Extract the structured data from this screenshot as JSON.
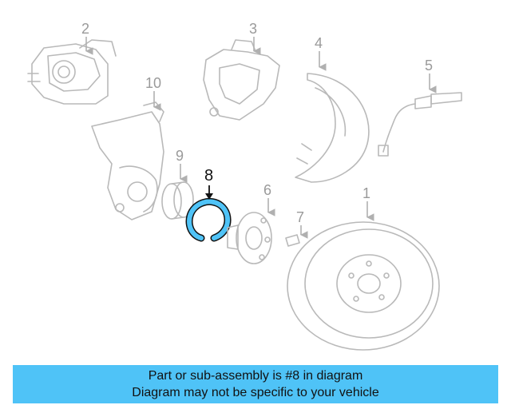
{
  "callouts": {
    "c1": "1",
    "c2": "2",
    "c3": "3",
    "c4": "4",
    "c5": "5",
    "c6": "6",
    "c7": "7",
    "c8": "8",
    "c9": "9",
    "c10": "10"
  },
  "highlight_color": "#4fc3f7",
  "banner": {
    "line1": "Part or sub-assembly is #8 in diagram",
    "line2": "Diagram may not be specific to your vehicle"
  }
}
